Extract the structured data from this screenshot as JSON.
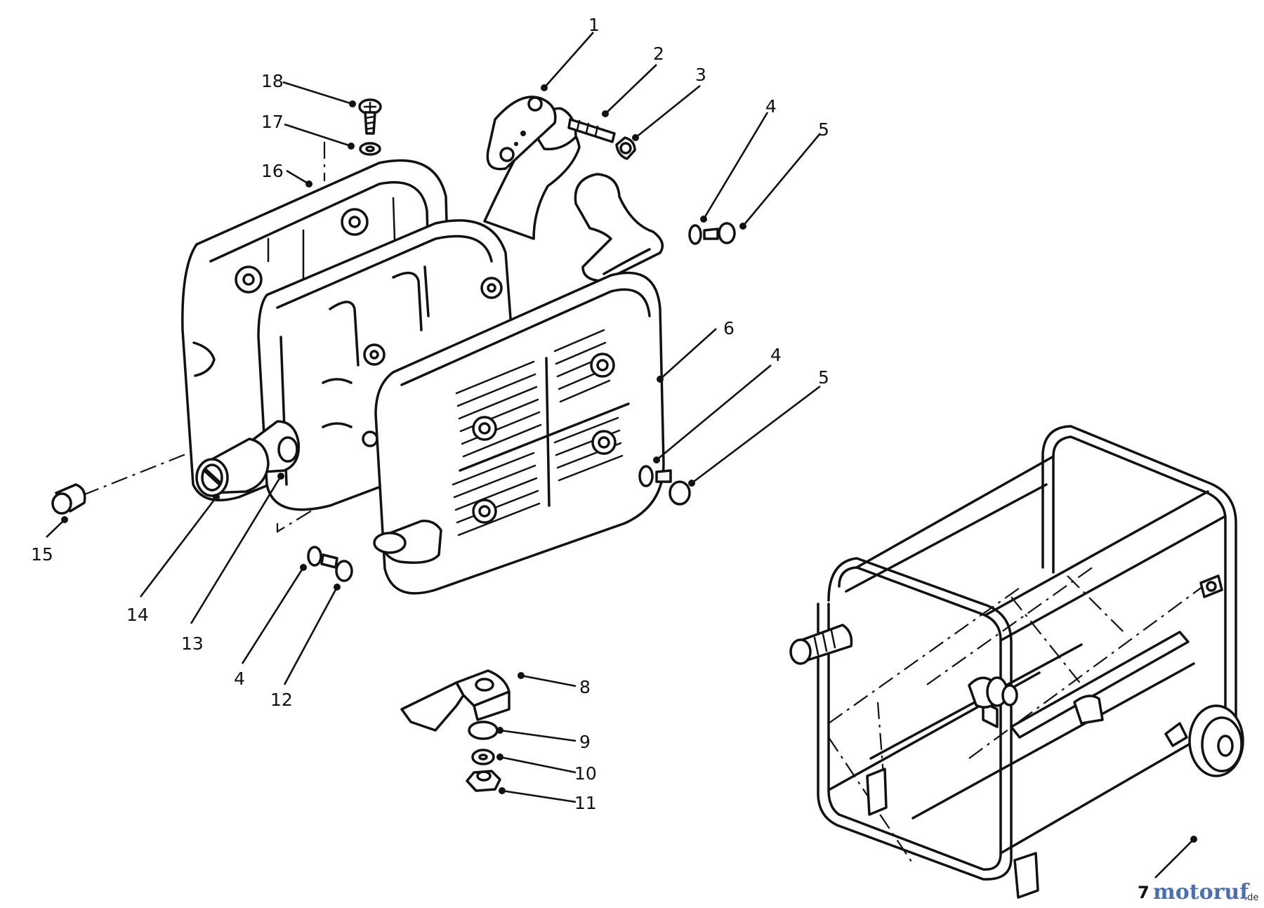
{
  "callouts": [
    {
      "id": "c1",
      "text": "1"
    },
    {
      "id": "c2",
      "text": "2"
    },
    {
      "id": "c3",
      "text": "3"
    },
    {
      "id": "c4a",
      "text": "4"
    },
    {
      "id": "c5a",
      "text": "5"
    },
    {
      "id": "c6",
      "text": "6"
    },
    {
      "id": "c4b",
      "text": "4"
    },
    {
      "id": "c5b",
      "text": "5"
    },
    {
      "id": "c18",
      "text": "18"
    },
    {
      "id": "c17",
      "text": "17"
    },
    {
      "id": "c16",
      "text": "16"
    },
    {
      "id": "c15",
      "text": "15"
    },
    {
      "id": "c14",
      "text": "14"
    },
    {
      "id": "c13",
      "text": "13"
    },
    {
      "id": "c4c",
      "text": "4"
    },
    {
      "id": "c12",
      "text": "12"
    },
    {
      "id": "c8",
      "text": "8"
    },
    {
      "id": "c9",
      "text": "9"
    },
    {
      "id": "c10",
      "text": "10"
    },
    {
      "id": "c11",
      "text": "11"
    }
  ],
  "watermark": {
    "number": "7",
    "brand": "motoruf",
    "tld": ".de",
    "brand_color": "#4a6fb3",
    "accent_color": "#e07a1f"
  }
}
